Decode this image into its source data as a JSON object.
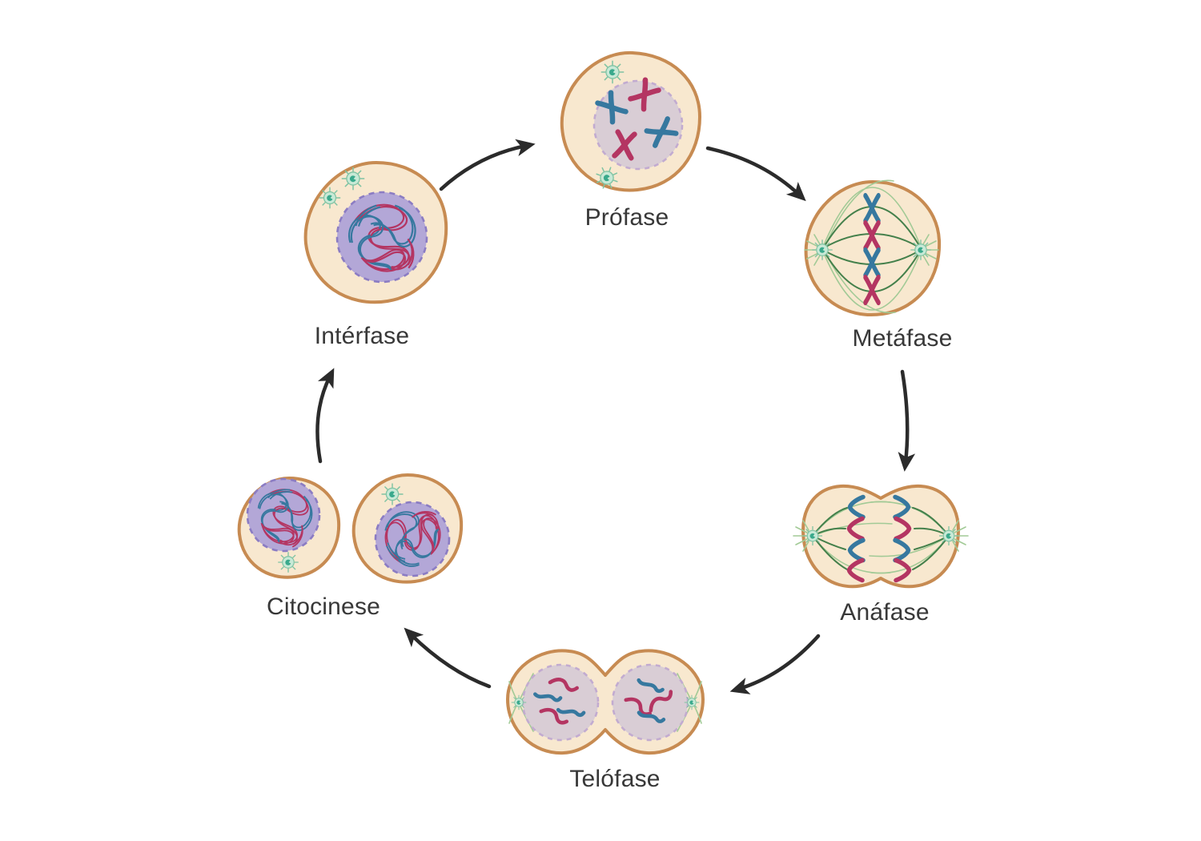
{
  "stages": [
    {
      "id": "interfase",
      "label": "Intérfase"
    },
    {
      "id": "profase",
      "label": "Prófase"
    },
    {
      "id": "metafase",
      "label": "Metáfase"
    },
    {
      "id": "anafase",
      "label": "Anáfase"
    },
    {
      "id": "telofase",
      "label": "Telófase"
    },
    {
      "id": "citocinese",
      "label": "Citocinese"
    }
  ],
  "colors": {
    "background": "#ffffff",
    "label": "#383838",
    "arrow": "#2b2b2b",
    "cell_fill": "#f8e8cf",
    "cell_stroke": "#c78b52",
    "nucleus_purple": "#b3a7d7",
    "nucleus_purple_edge": "#8b7cc3",
    "nucleus_mauve": "#d9cdd5",
    "nucleus_mauve_edge": "#c2abd0",
    "chrom_red": "#b43562",
    "chrom_blue": "#36789f",
    "centrosome_fill": "#c8e9d6",
    "centrosome_edge": "#7fc3a3",
    "centrosome_core": "#3aa98c",
    "spindle_dark": "#44804b",
    "spindle_light": "#a2ca96"
  }
}
